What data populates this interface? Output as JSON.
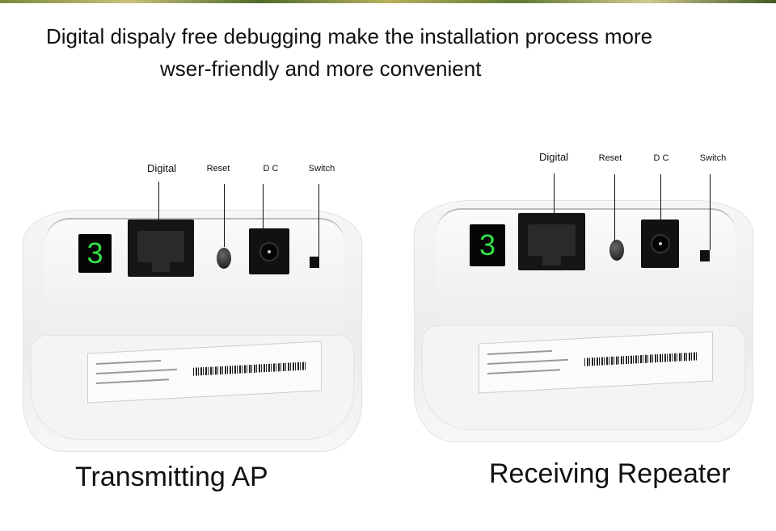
{
  "headline": {
    "line1": "Digital dispaly free debugging make the installation process more",
    "line2": "wser-friendly and more convenient"
  },
  "devices": [
    {
      "caption": "Transmitting AP",
      "display_value": "3",
      "labels": {
        "digital": "Digital",
        "reset": "Reset",
        "dc": "D C",
        "switch": "Switch"
      }
    },
    {
      "caption": "Receiving Repeater",
      "display_value": "3",
      "labels": {
        "digital": "Digital",
        "reset": "Reset",
        "dc": "D C",
        "switch": "Switch"
      }
    }
  ],
  "colors": {
    "display_digit": "#33e04a",
    "display_bg": "#050505"
  }
}
